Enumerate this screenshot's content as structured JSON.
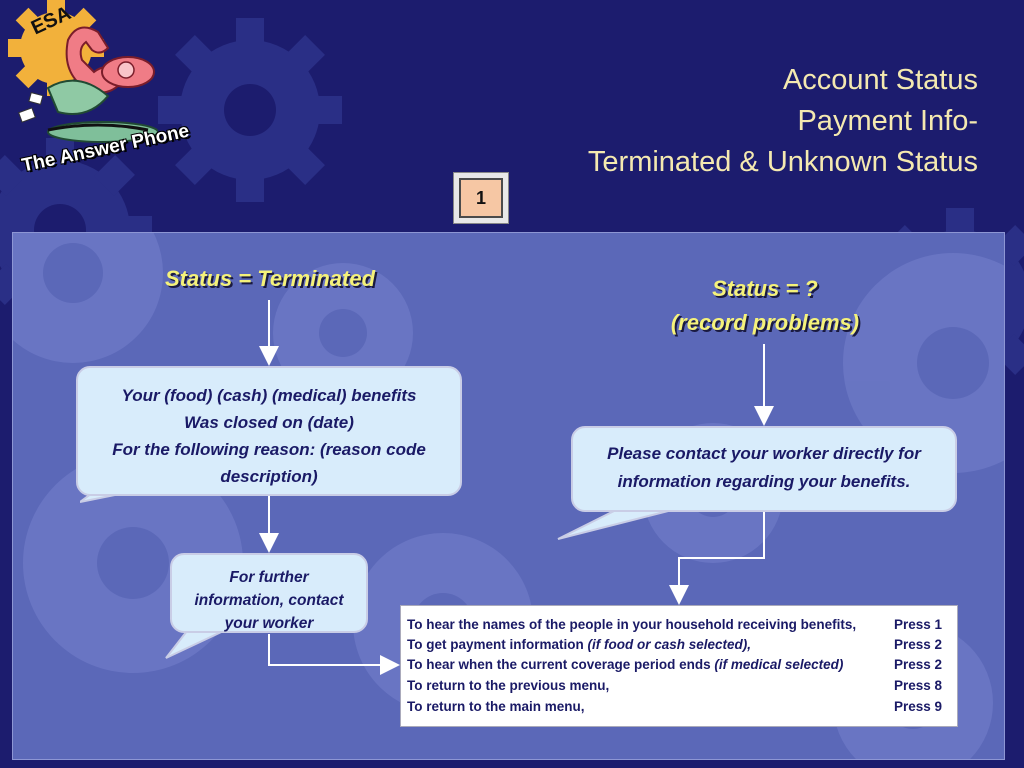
{
  "title": {
    "line1": "Account Status",
    "line2": "Payment Info-",
    "line3": "Terminated & Unknown Status"
  },
  "page_number": "1",
  "logo": {
    "top_text": "ESA",
    "bottom_text": "The Answer Phone"
  },
  "left_branch": {
    "status_label": "Status = Terminated",
    "bubble_lines": [
      "Your  (food) (cash) (medical) benefits",
      "Was closed on (date)",
      "For the following reason:  (reason code",
      "description)"
    ],
    "small_bubble_lines": [
      "For further",
      "information, contact",
      "your worker"
    ]
  },
  "right_branch": {
    "status_label_line1": "Status = ?",
    "status_label_line2": "(record problems)",
    "bubble_lines": [
      "Please contact your worker directly for",
      "information regarding your benefits."
    ]
  },
  "menu": {
    "rows": [
      {
        "text": "To hear the names of the people in your household receiving benefits,",
        "note": "",
        "key": "Press 1"
      },
      {
        "text": "To get payment information ",
        "note": "(if food or cash selected),",
        "key": "Press 2"
      },
      {
        "text": "To hear when the current coverage period ends ",
        "note": "(if medical selected)",
        "key": "Press 2"
      },
      {
        "text": "To return to the previous menu,",
        "note": "",
        "key": "Press 8"
      },
      {
        "text": "To return to the main menu,",
        "note": "",
        "key": "Press 9"
      }
    ]
  },
  "colors": {
    "background": "#1c1c6e",
    "panel": "#5b68b8",
    "title_text": "#f4e9b0",
    "status_text": "#f5f27a",
    "bubble": "#d8ecfb",
    "menu_text": "#1a1a66"
  }
}
